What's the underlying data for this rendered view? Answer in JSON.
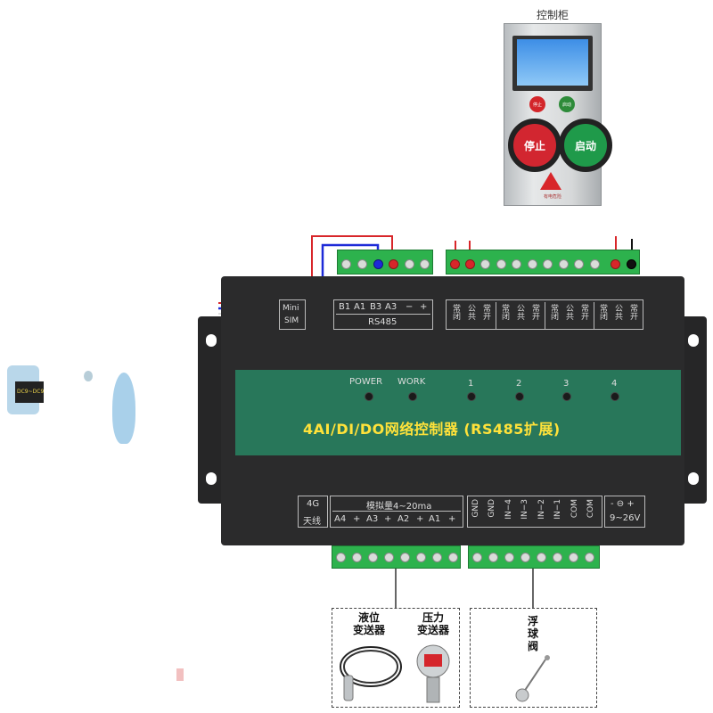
{
  "cabinet": {
    "title": "控制柜",
    "lamp_left": "停止",
    "lamp_right": "启动",
    "stop_label": "停止",
    "start_label": "启动",
    "warning": "有电危险"
  },
  "device": {
    "title": "4AI/DI/DO网络控制器 (RS485扩展)",
    "mini_sim": [
      "Mini",
      "SIM"
    ],
    "rs485_pins": [
      "B1",
      "A1",
      "B3",
      "A3",
      "−",
      "+"
    ],
    "rs485_label": "RS485",
    "relay_groups": [
      [
        "常闭",
        "公共",
        "常开"
      ],
      [
        "常闭",
        "公共",
        "常开"
      ],
      [
        "常闭",
        "公共",
        "常开"
      ],
      [
        "常闭",
        "公共",
        "常开"
      ]
    ],
    "leds": [
      "POWER",
      "WORK",
      "1",
      "2",
      "3",
      "4"
    ],
    "antenna": [
      "4G",
      "天线"
    ],
    "analog_title": "模拟量4~20ma",
    "analog_pins": [
      "A4",
      "+",
      "A3",
      "+",
      "A2",
      "+",
      "A1",
      "+"
    ],
    "di_pins": [
      "GND",
      "GND",
      "IN−4",
      "IN−3",
      "IN−2",
      "IN−1",
      "COM",
      "COM"
    ],
    "power": [
      "- ⊖ +",
      "9~26V"
    ]
  },
  "sensors": {
    "level": [
      "液位",
      "变送器"
    ],
    "pressure": [
      "压力",
      "变送器"
    ],
    "float": [
      "浮",
      "球",
      "阀"
    ]
  },
  "left_logo_text": "DC9~DC9"
}
